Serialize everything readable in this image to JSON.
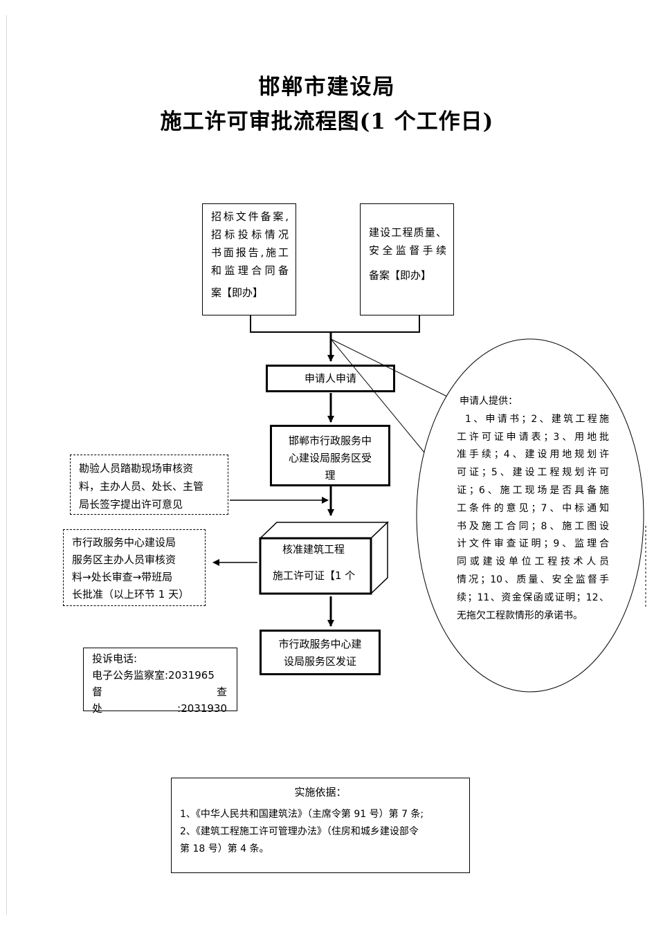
{
  "title": {
    "line1": "邯郸市建设局",
    "line2": "施工许可审批流程图(1 个工作日)"
  },
  "boxes": {
    "tender": {
      "lines": [
        "招标文件备案,",
        "招标投标情况",
        "书面报告,施工",
        "和监理合同备",
        "案【即办】"
      ]
    },
    "quality": {
      "lines": [
        "建设工程质量、",
        "安全监督手续",
        "备案【即办】"
      ]
    },
    "apply": "申请人申请",
    "accept": {
      "lines": [
        "邯郸市行政服务中",
        "心建设局服务区受",
        "理"
      ]
    },
    "survey": {
      "lines": [
        "勘验人员踏勘现场审核资",
        "料，主办人员、处长、主管",
        "局长签字提出许可意见"
      ]
    },
    "review": {
      "lines": [
        "市行政服务中心建设局",
        "服务区主办人员审核资",
        "料→处长审查→带班局",
        "长批准（以上环节 1 天）"
      ]
    },
    "approve": {
      "lines": [
        "核准建筑工程",
        "施工许可证【1 个"
      ]
    },
    "issue": {
      "lines": [
        "市行政服务中心建",
        "设局服务区发证"
      ]
    }
  },
  "complaint": {
    "heading": "投诉电话:",
    "line1": "电子公务监察室:2031965",
    "line2_left": "督",
    "line2_right": "查",
    "line3_left": "处",
    "line3_right": ":2031930"
  },
  "bubble": {
    "heading": "申请人提供：",
    "lines": [
      "1、申请书；2、建筑工程施",
      "工许可证申请表；3、用地批",
      "准手续；4、建设用地规划许",
      "可证；5、建设工程规划许可",
      "证；6、施工现场是否具备施",
      "工条件的意见；7、中标通知",
      "书及施工合同；8、施工图设",
      "计文件审查证明；9、监理合",
      "同或建设单位工程技术人员",
      "情况；10、质量、安全监督手",
      "续；11、资金保函或证明；12、",
      "无拖欠工程款情形的承诺书。"
    ]
  },
  "basis": {
    "heading": "实施依据：",
    "lines": [
      "1、《中华人民共和国建筑法》（主席令第 91 号）第 7 条;",
      "2、《建筑工程施工许可管理办法》（住房和城乡建设部令",
      "第 18 号）第 4 条。"
    ]
  }
}
